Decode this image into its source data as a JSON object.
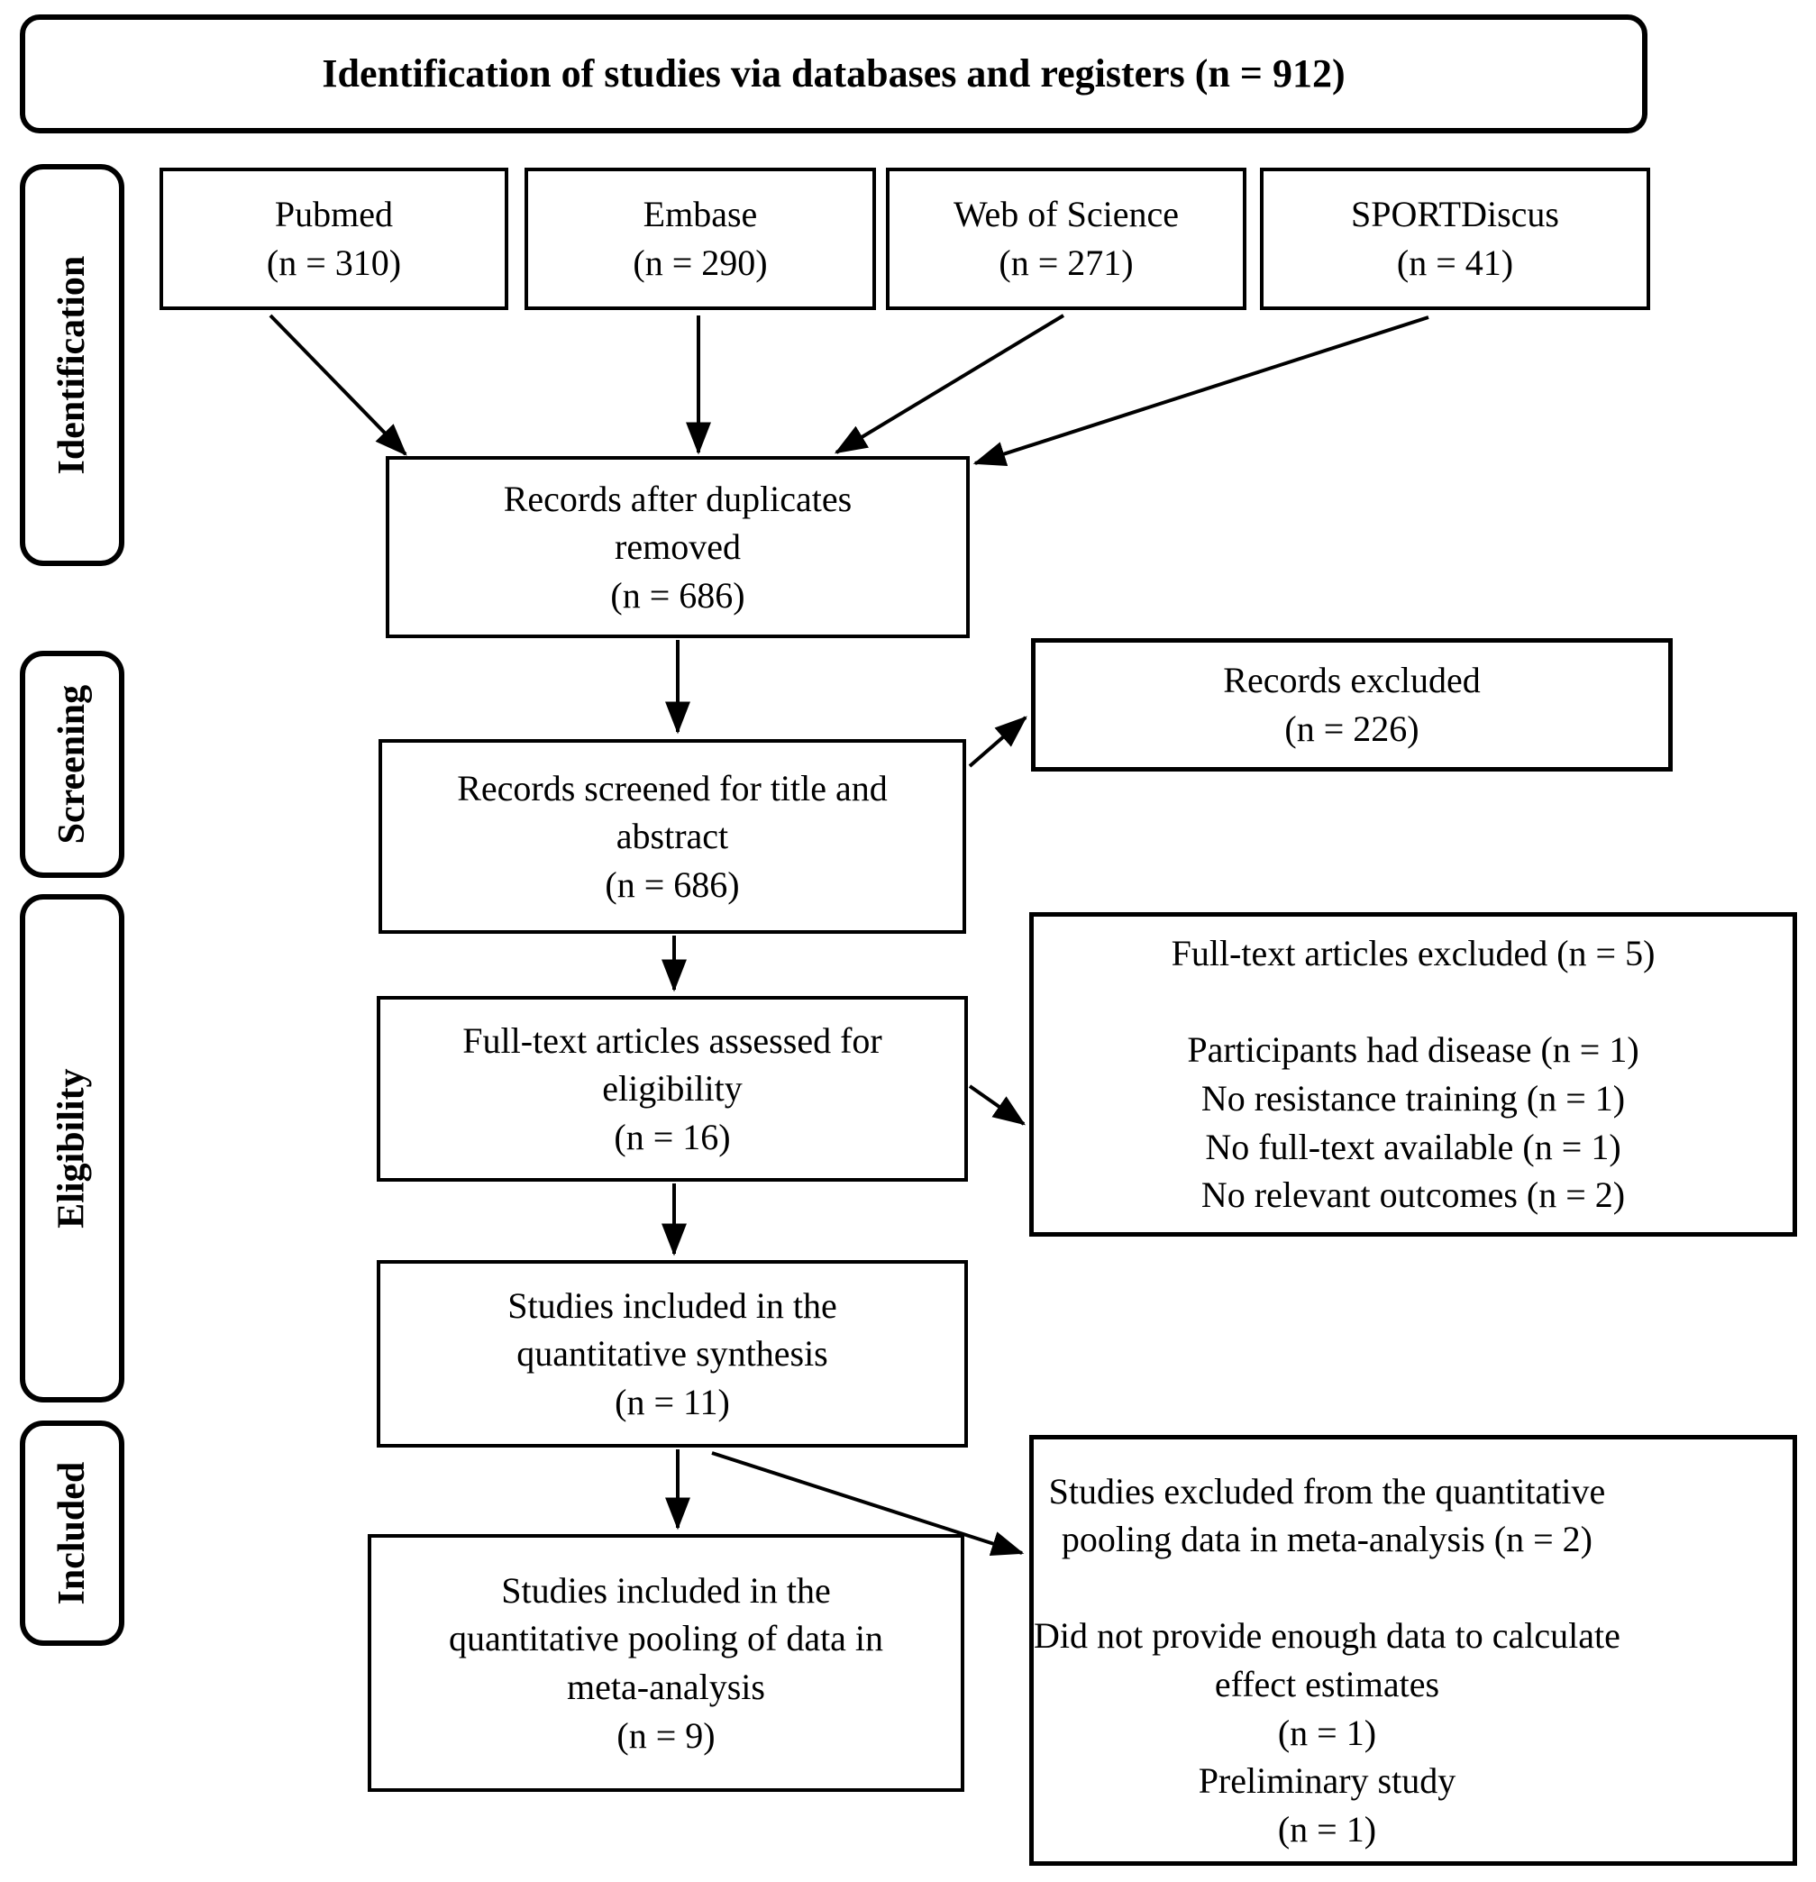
{
  "header": {
    "title": "Identification of studies via databases and registers (n = 912)"
  },
  "stages": [
    {
      "label": "Identification"
    },
    {
      "label": "Screening"
    },
    {
      "label": "Eligibility"
    },
    {
      "label": "Included"
    }
  ],
  "sources": [
    {
      "text": "Pubmed\n(n = 310)"
    },
    {
      "text": "Embase\n(n = 290)"
    },
    {
      "text": "Web of Science\n(n = 271)"
    },
    {
      "text": "SPORTDiscus\n(n = 41)"
    }
  ],
  "main_flow": [
    {
      "text": "Records after duplicates\nremoved\n(n = 686)"
    },
    {
      "text": "Records screened for title and\nabstract\n(n = 686)"
    },
    {
      "text": "Full-text articles assessed for\neligibility\n(n = 16)"
    },
    {
      "text": "Studies included in the\nquantitative synthesis\n(n = 11)"
    },
    {
      "text": "Studies included in the\nquantitative pooling of data in\nmeta-analysis\n(n = 9)"
    }
  ],
  "exclusions": [
    {
      "text": "Records excluded\n(n = 226)"
    },
    {
      "text": "Full-text articles excluded (n = 5)\n\nParticipants had disease (n = 1)\nNo resistance training (n = 1)\nNo full-text available (n = 1)\nNo relevant outcomes (n = 2)"
    },
    {
      "text": "Studies excluded from the quantitative\npooling data in meta-analysis (n = 2)\n\nDid not provide enough data to calculate\neffect estimates\n(n = 1)\nPreliminary study\n(n = 1)"
    }
  ],
  "colors": {
    "line": "#000000",
    "box_background": "#ffffff"
  }
}
